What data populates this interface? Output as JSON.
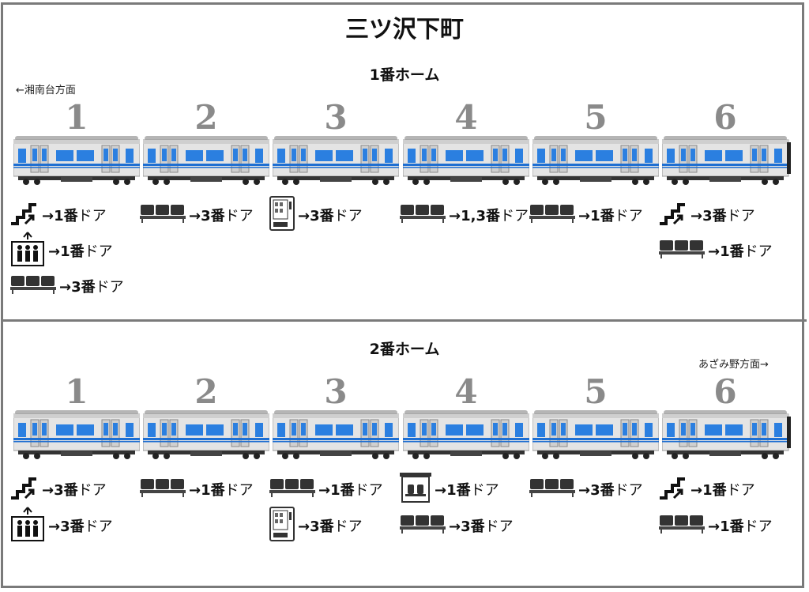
{
  "station_name": "三ツ沢下町",
  "door_suffix": "ドア",
  "platforms": [
    {
      "title": "1番ホーム",
      "direction": "←湘南台方面",
      "car_numbers": [
        "1",
        "2",
        "3",
        "4",
        "5",
        "6"
      ],
      "facilities": [
        {
          "car": 1,
          "row": 0,
          "icon": "stairs-icon",
          "label": "→1番"
        },
        {
          "car": 1,
          "row": 1,
          "icon": "elevator-icon",
          "label": "→1番"
        },
        {
          "car": 1,
          "row": 2,
          "icon": "bench-icon",
          "label": "→3番"
        },
        {
          "car": 2,
          "row": 0,
          "icon": "bench-icon",
          "label": "→3番"
        },
        {
          "car": 3,
          "row": 0,
          "icon": "vending-machine-icon",
          "label": "→3番"
        },
        {
          "car": 4,
          "row": 0,
          "icon": "bench-icon",
          "label": "→1,3番"
        },
        {
          "car": 5,
          "row": 0,
          "icon": "bench-icon",
          "label": "→1番"
        },
        {
          "car": 6,
          "row": 0,
          "icon": "stairs-icon",
          "label": "→3番"
        },
        {
          "car": 6,
          "row": 1,
          "icon": "bench-icon",
          "label": "→1番"
        }
      ]
    },
    {
      "title": "2番ホーム",
      "direction": "あざみ野方面→",
      "car_numbers": [
        "1",
        "2",
        "3",
        "4",
        "5",
        "6"
      ],
      "facilities": [
        {
          "car": 1,
          "row": 0,
          "icon": "stairs-icon",
          "label": "→3番"
        },
        {
          "car": 1,
          "row": 1,
          "icon": "elevator-icon",
          "label": "→3番"
        },
        {
          "car": 2,
          "row": 0,
          "icon": "bench-icon",
          "label": "→1番"
        },
        {
          "car": 3,
          "row": 0,
          "icon": "bench-icon",
          "label": "→1番"
        },
        {
          "car": 3,
          "row": 1,
          "icon": "vending-machine-icon",
          "label": "→3番"
        },
        {
          "car": 4,
          "row": 0,
          "icon": "waiting-room-icon",
          "label": "→1番"
        },
        {
          "car": 4,
          "row": 1,
          "icon": "bench-icon",
          "label": "→3番"
        },
        {
          "car": 5,
          "row": 0,
          "icon": "bench-icon",
          "label": "→3番"
        },
        {
          "car": 6,
          "row": 0,
          "icon": "stairs-icon",
          "label": "→1番"
        },
        {
          "car": 6,
          "row": 1,
          "icon": "bench-icon",
          "label": "→1番"
        }
      ]
    }
  ],
  "colors": {
    "car_body": "#e4e4e4",
    "stripe": "#1f6fd1",
    "window": "#2b7fe0",
    "border": "#7a7a7a"
  }
}
